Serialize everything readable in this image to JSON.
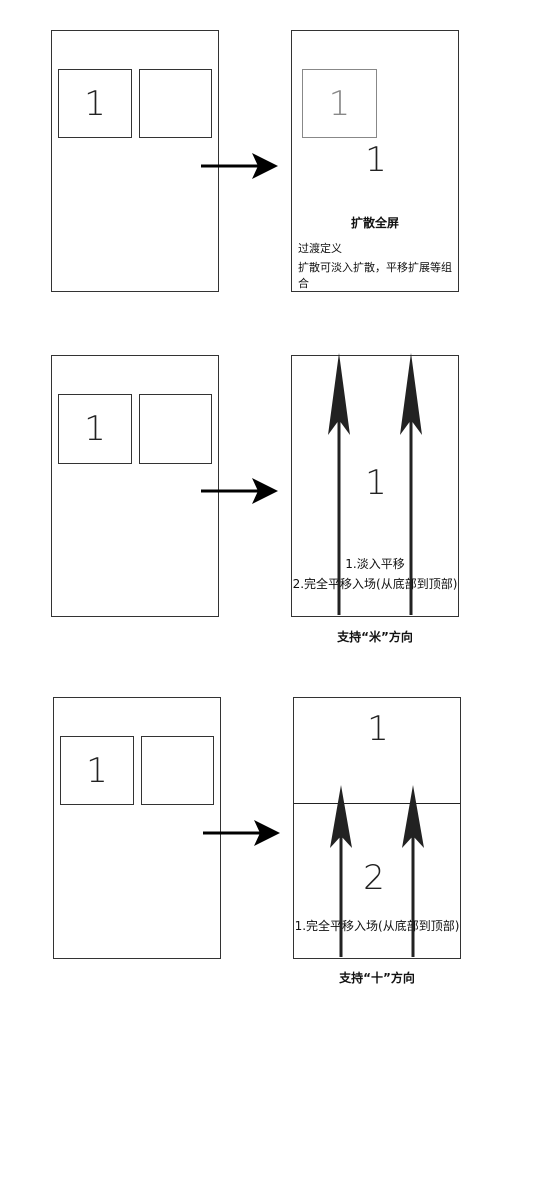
{
  "row1": {
    "left_tile_label": "1",
    "right_ghost_label": "1",
    "right_big_label": "1",
    "heading": "扩散全屏",
    "note_title": "过渡定义",
    "note_body": "扩散可淡入扩散，平移扩展等组合"
  },
  "row2": {
    "left_tile_label": "1",
    "right_big_label": "1",
    "line1": "1.淡入平移",
    "line2": "2.完全平移入场(从底部到顶部)",
    "caption": "支持“米”方向"
  },
  "row3": {
    "left_tile_label": "1",
    "top_label": "1",
    "bottom_label": "2",
    "line1": "1.完全平移入场(从底部到顶部)",
    "caption": "支持“十”方向"
  }
}
